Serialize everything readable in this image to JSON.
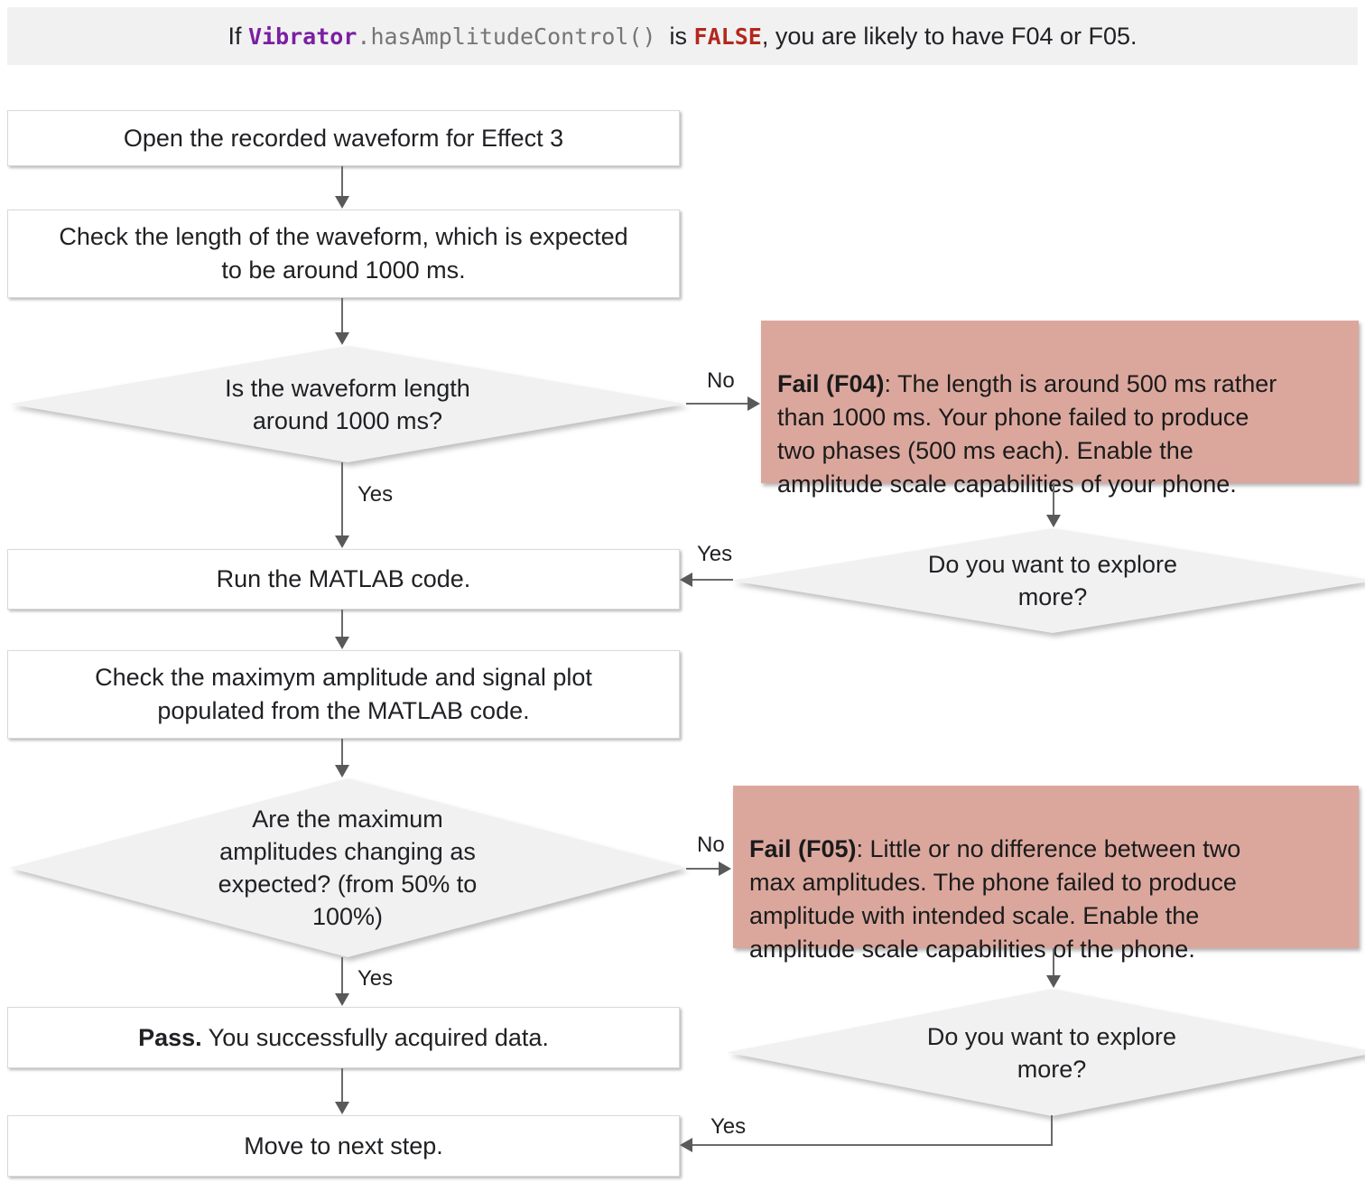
{
  "banner": {
    "text_before": "If ",
    "code_object": "Vibrator",
    "code_method": ".hasAmplitudeControl()",
    "text_middle": "  is ",
    "code_value": "FALSE",
    "text_after": ", you are likely to have F04 or F05."
  },
  "colors": {
    "banner_bg": "#f1f1f2",
    "code_purple": "#7b1fa2",
    "code_gray": "#757575",
    "false_red": "#b3281e",
    "fail_box_bg": "#dba79d",
    "decision_bg": "#f1f1f1",
    "box_border": "#d9d9d9",
    "arrow": "#6a6a6a",
    "text": "#202124"
  },
  "nodes": {
    "open_waveform": {
      "label": "Open the recorded waveform for Effect 3"
    },
    "check_length": {
      "lines": [
        "Check the length of the waveform, which is expected",
        "to be around 1000 ms."
      ]
    },
    "length_decision": {
      "lines": [
        "Is the waveform length",
        "around 1000 ms?"
      ]
    },
    "fail_f04": {
      "title": "Fail (F04)",
      "body_lines": [
        ": The length is around 500 ms rather",
        "than 1000 ms. Your phone failed to produce",
        "two phases (500 ms each). Enable the",
        "amplitude scale capabilities of your phone."
      ]
    },
    "explore_more_1": {
      "lines": [
        "Do you want to explore",
        "more?"
      ]
    },
    "run_matlab": {
      "label": "Run the MATLAB code."
    },
    "check_amplitude": {
      "lines": [
        "Check the maximym amplitude and signal plot",
        "populated from the MATLAB code."
      ]
    },
    "amplitude_decision": {
      "lines": [
        "Are the maximum",
        "amplitudes changing as",
        "expected? (from 50% to",
        "100%)"
      ]
    },
    "fail_f05": {
      "title": "Fail (F05)",
      "body_lines": [
        ": Little or no difference between two",
        "max amplitudes. The phone failed to produce",
        "amplitude with intended scale. Enable the",
        "amplitude scale capabilities of the phone."
      ]
    },
    "explore_more_2": {
      "lines": [
        "Do you want to explore",
        "more?"
      ]
    },
    "pass": {
      "title": "Pass.",
      "body": " You successfully acquired data."
    },
    "next_step": {
      "label": "Move to next step."
    }
  },
  "edges": {
    "no_f04": "No",
    "yes_to_run": "Yes",
    "yes_from_explore_1": "Yes",
    "no_f05": "No",
    "yes_to_pass": "Yes",
    "yes_from_explore_2": "Yes"
  }
}
